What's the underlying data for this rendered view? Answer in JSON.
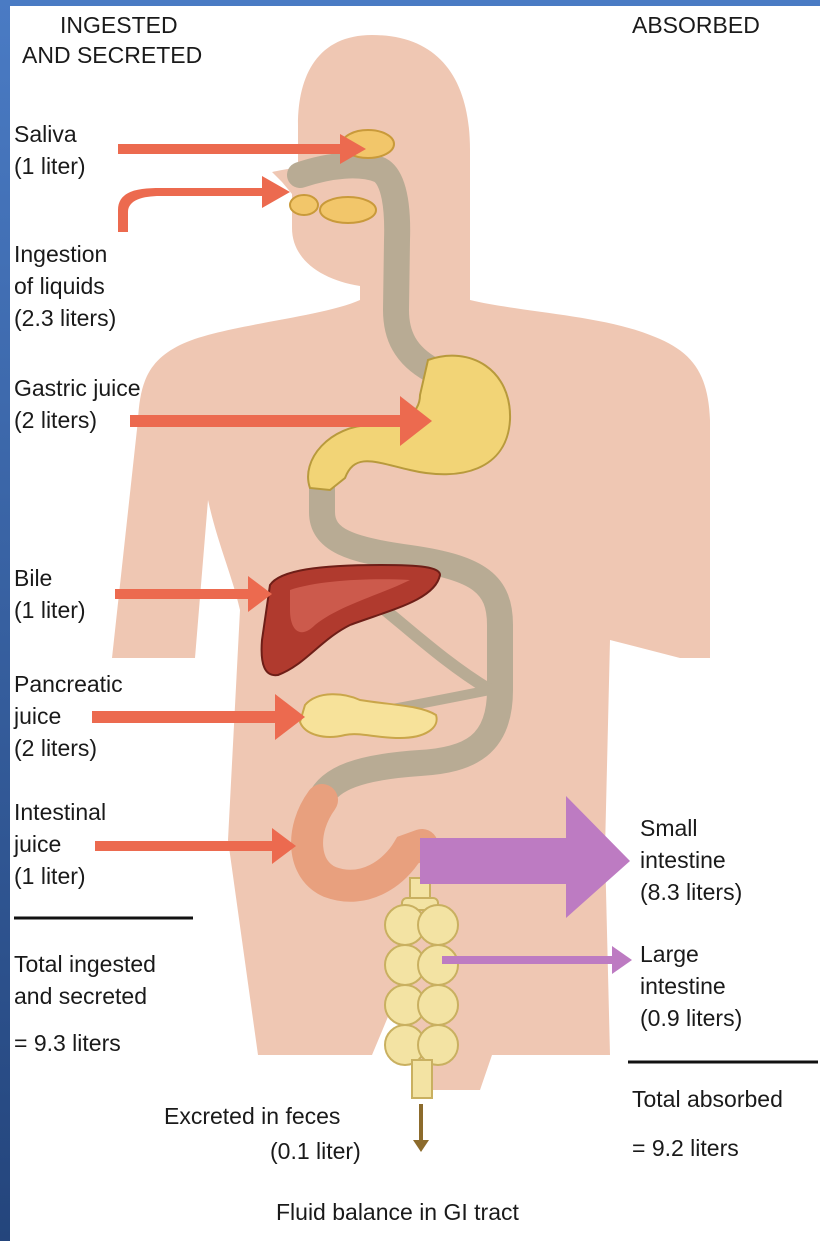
{
  "headers": {
    "ingested_line1": "INGESTED",
    "ingested_line2": "AND SECRETED",
    "absorbed": "ABSORBED"
  },
  "inputs": [
    {
      "name": "Saliva",
      "line1": "Saliva",
      "line2": "(1 liter)",
      "liters": 1
    },
    {
      "name": "Ingestion of liquids",
      "line1": "Ingestion",
      "line2": "of liquids",
      "line3": "(2.3 liters)",
      "liters": 2.3
    },
    {
      "name": "Gastric juice",
      "line1": "Gastric juice",
      "line2": "(2 liters)",
      "liters": 2
    },
    {
      "name": "Bile",
      "line1": "Bile",
      "line2": "(1 liter)",
      "liters": 1
    },
    {
      "name": "Pancreatic juice",
      "line1": "Pancreatic",
      "line2": "juice",
      "line3": "(2 liters)",
      "liters": 2
    },
    {
      "name": "Intestinal juice",
      "line1": "Intestinal",
      "line2": "juice",
      "line3": "(1 liter)",
      "liters": 1
    }
  ],
  "outputs": [
    {
      "name": "Small intestine",
      "line1": "Small",
      "line2": "intestine",
      "line3": "(8.3 liters)",
      "liters": 8.3
    },
    {
      "name": "Large intestine",
      "line1": "Large",
      "line2": "intestine",
      "line3": "(0.9 liters)",
      "liters": 0.9
    }
  ],
  "totals": {
    "ingested_line1": "Total ingested",
    "ingested_line2": "and secreted",
    "ingested_value": "= 9.3 liters",
    "absorbed_label": "Total absorbed",
    "absorbed_value": "= 9.2 liters"
  },
  "excreted": {
    "line1": "Excreted in feces",
    "line2": "(0.1 liter)",
    "liters": 0.1
  },
  "caption": "Fluid balance in GI tract",
  "colors": {
    "body": "#efc7b3",
    "input_arrow": "#ec6a4f",
    "output_arrow": "#bd7bc2",
    "gi_tract": "#b8ab94",
    "stomach": "#f2d476",
    "liver": "#b03a2e",
    "pancreas": "#f7e29a",
    "duodenum": "#e8a07e",
    "colon": "#f3e3a3",
    "feces_arrow": "#8c6b2c"
  }
}
